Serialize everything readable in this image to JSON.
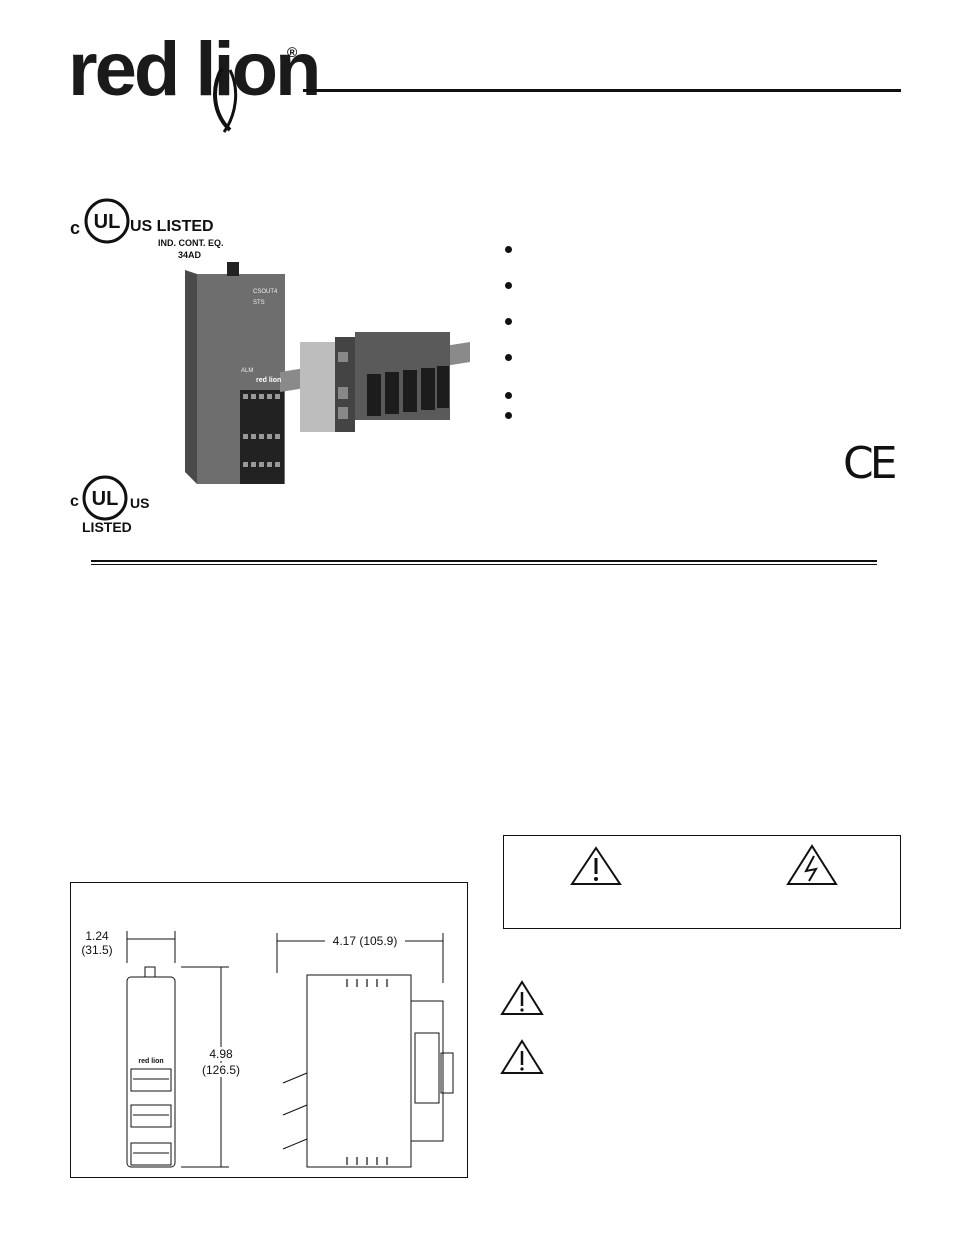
{
  "header": {
    "logo_text": "red lion",
    "logo_reg": "®"
  },
  "certifications": {
    "top_mark": {
      "c": "c",
      "ul": "UL",
      "us_listed": "US LISTED",
      "ind": "IND. CONT. EQ.",
      "code": "34AD"
    },
    "bottom_mark": {
      "c": "c",
      "ul": "UL",
      "us": "US",
      "listed": "LISTED"
    },
    "ce": "CE"
  },
  "product_photo": {
    "module_labels": [
      "CSOUT4",
      "STS",
      "ALM",
      "red lion"
    ]
  },
  "bullets": {
    "count": 6
  },
  "dimensions": {
    "width": "1.24",
    "width_mm": "(31.5)",
    "height": "4.98",
    "height_mm": "(126.5)",
    "depth": "4.17 (105.9)",
    "front_logo": "red lion"
  }
}
